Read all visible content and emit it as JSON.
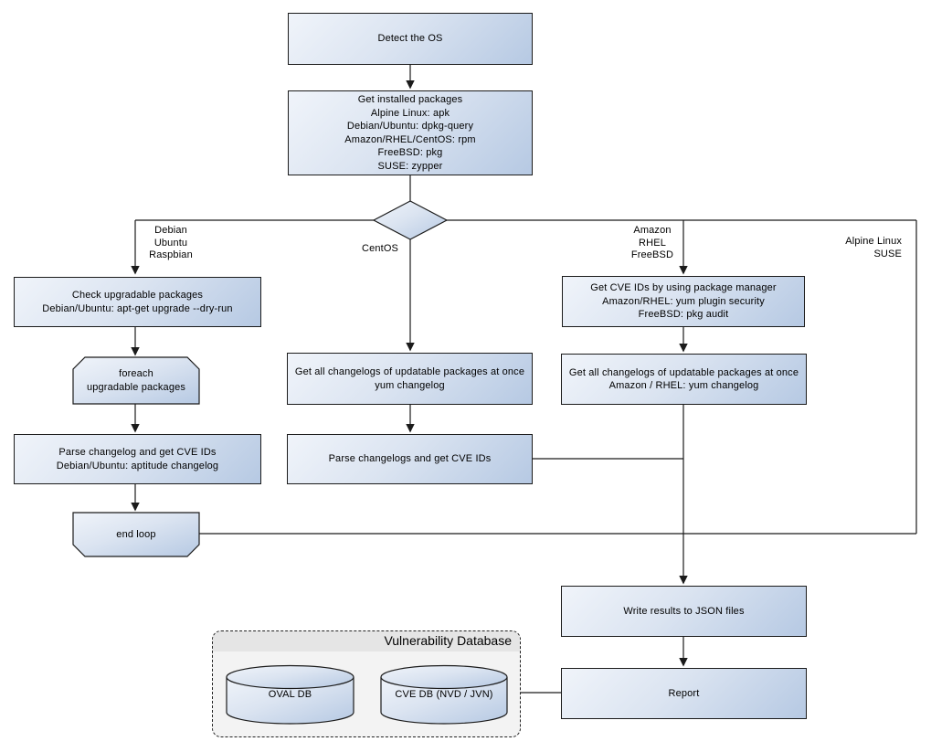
{
  "nodes": {
    "detect_os": {
      "lines": [
        "Detect the OS"
      ]
    },
    "get_installed": {
      "lines": [
        "Get installed packages",
        "Alpine Linux: apk",
        "Debian/Ubuntu: dpkg-query",
        "Amazon/RHEL/CentOS: rpm",
        "FreeBSD: pkg",
        "SUSE: zypper"
      ]
    },
    "check_upgradable": {
      "lines": [
        "Check upgradable packages",
        "Debian/Ubuntu: apt-get upgrade --dry-run"
      ]
    },
    "foreach_loop": {
      "lines": [
        "foreach",
        "upgradable  packages"
      ]
    },
    "parse_changelog_deb": {
      "lines": [
        "Parse changelog and get  CVE IDs",
        "Debian/Ubuntu: aptitude changelog"
      ]
    },
    "end_loop": {
      "lines": [
        "end loop"
      ]
    },
    "centos_changelogs": {
      "lines": [
        "Get all changelogs of updatable packages at once",
        "yum changelog"
      ]
    },
    "centos_parse": {
      "lines": [
        "Parse changelogs and get CVE IDs"
      ]
    },
    "pkg_mgr_cve": {
      "lines": [
        "Get CVE IDs by using package manager",
        "Amazon/RHEL: yum plugin security",
        "FreeBSD: pkg audit"
      ]
    },
    "rhel_changelogs": {
      "lines": [
        "Get all changelogs of updatable packages at once",
        "Amazon / RHEL: yum changelog"
      ]
    },
    "write_results": {
      "lines": [
        "Write results to JSON files"
      ]
    },
    "report": {
      "lines": [
        "Report"
      ]
    }
  },
  "branch_labels": {
    "debian": [
      "Debian",
      "Ubuntu",
      "Raspbian"
    ],
    "centos": [
      "CentOS"
    ],
    "amazon": [
      "Amazon",
      "RHEL",
      "FreeBSD"
    ],
    "alpine": [
      "Alpine Linux",
      "SUSE"
    ]
  },
  "database": {
    "title": "Vulnerability Database",
    "cylinders": [
      {
        "label": "OVAL DB"
      },
      {
        "label": "CVE DB (NVD / JVN)"
      }
    ]
  },
  "colors": {
    "node_gradient_start": "#f0f4fa",
    "node_gradient_end": "#b6c9e3",
    "node_border": "#1b1b1b",
    "connector": "#1b1b1b",
    "container_fill": "#f3f3f3",
    "container_header": "#e5e5e5",
    "background": "#ffffff"
  }
}
